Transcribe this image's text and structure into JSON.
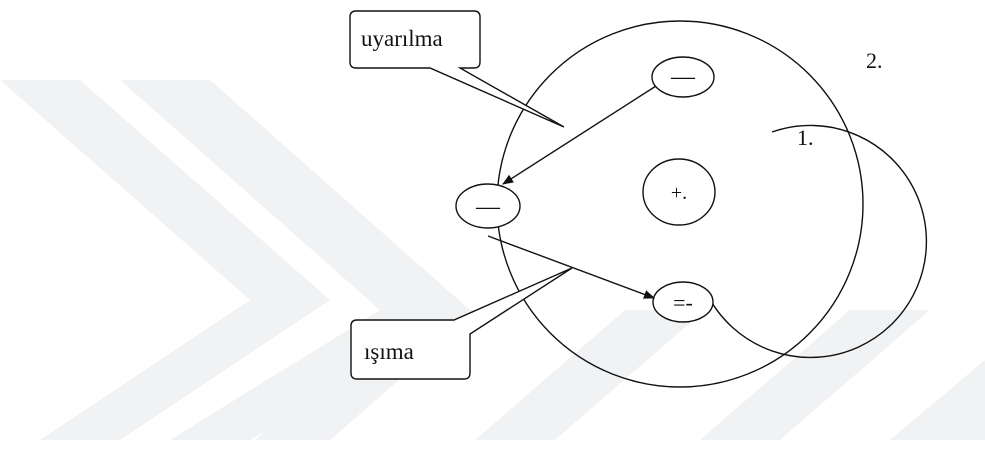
{
  "diagram": {
    "callouts": {
      "excitation": "uyarılma",
      "emission": "ışıma"
    },
    "shell_labels": {
      "inner": "1.",
      "outer": "2."
    },
    "charges": {
      "nucleus": "+.",
      "electron_top": "—",
      "electron_excited": "—",
      "electron_bottom": "=-"
    }
  },
  "colors": {
    "ink": "#111111",
    "watermark": "#f1f2f4",
    "background": "#ffffff"
  }
}
